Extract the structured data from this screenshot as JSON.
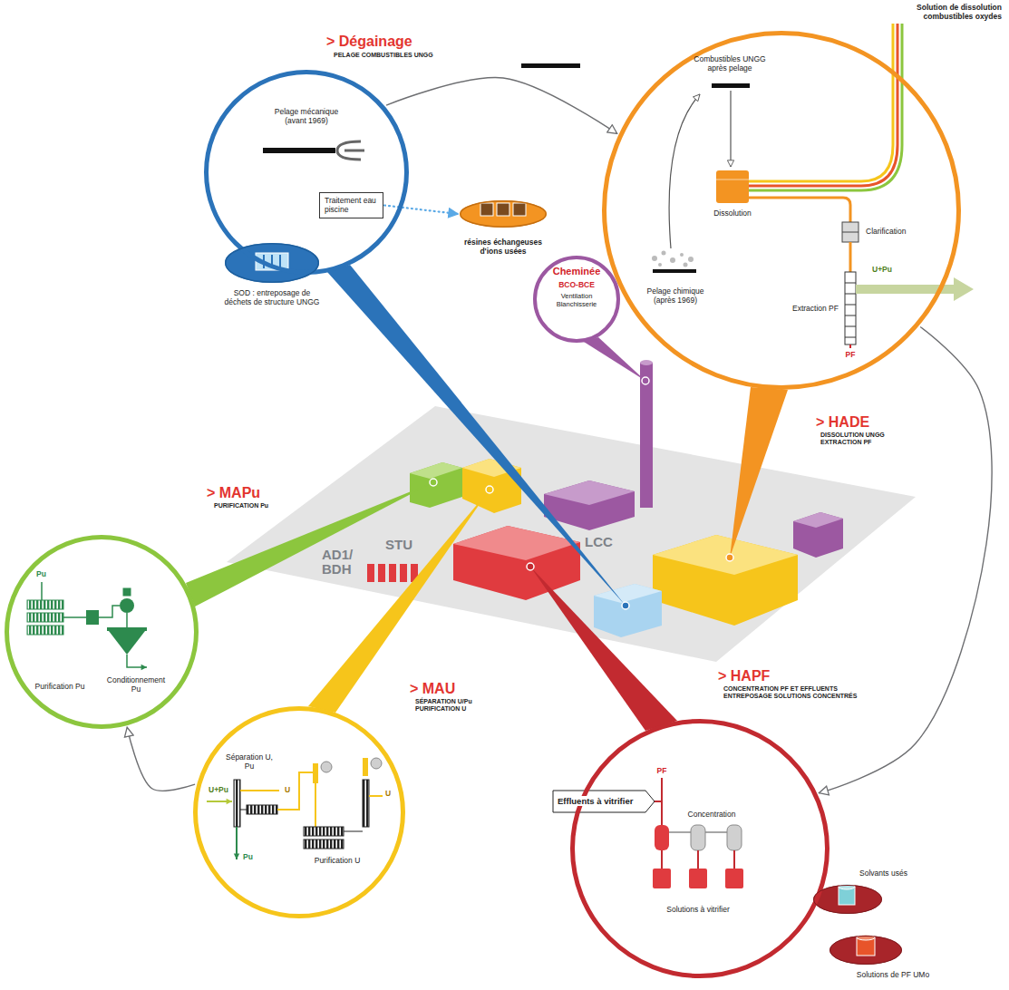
{
  "diagram": {
    "nodes": [
      {
        "text": [
          "> Dégainage",
          "PELAGE COMBUSTIBLES UNGG",
          "Pelage mécanique (avant 1969)"
        ]
      },
      {
        "text": [
          "Traitement eau piscine"
        ],
        "in": 0
      },
      {
        "text": [
          "SOD : entreposage de déchets de structure UNGG"
        ]
      },
      {
        "text": [
          "résines échangeuses d'ions usées"
        ]
      },
      {
        "text": [
          "> HADE",
          "DISSOLUTION UNGG EXTRACTION PF",
          "Combustibles UNGG après pelage",
          "Pelage chimique (après 1969)",
          "Dissolution",
          "Clarification",
          "U+Pu",
          "Extraction PF",
          "PF"
        ]
      },
      {
        "text": [
          "Cheminée",
          "BCO-BCE",
          "Ventilation Blanchisserie"
        ]
      },
      {
        "text": [
          "> MAPu",
          "PURIFICATION Pu",
          "Pu",
          "Purification Pu",
          "Conditionnement Pu"
        ]
      },
      {
        "text": [
          "> MAU",
          "SÉPARATION U/Pu PURIFICATION U",
          "Séparation U, Pu",
          "U+Pu",
          "U",
          "Pu",
          "Purification U",
          "U"
        ]
      },
      {
        "text": [
          "> HAPF",
          "CONCENTRATION PF ET EFFLUENTS ENTREPOSAGE SOLUTIONS CONCENTRÉS",
          "PF",
          "Effluents à vitrifier",
          "Concentration",
          "Solutions à vitrifier"
        ]
      },
      {
        "text": [
          "Solvants usés"
        ]
      },
      {
        "text": [
          "Solutions de PF UMo"
        ]
      }
    ],
    "edges": [
      {
        "from": 0,
        "to": 4,
        "arrow": "to"
      },
      {
        "from": 1,
        "to": 3,
        "arrow": "to"
      },
      {
        "from": 4,
        "to": 8,
        "arrow": "to"
      },
      {
        "from": 7,
        "to": 6,
        "arrow": "to"
      }
    ],
    "labels": [
      "Solution de dissolution combustibles oxydes",
      "AD1/ BDH",
      "STU",
      "LCC"
    ]
  }
}
